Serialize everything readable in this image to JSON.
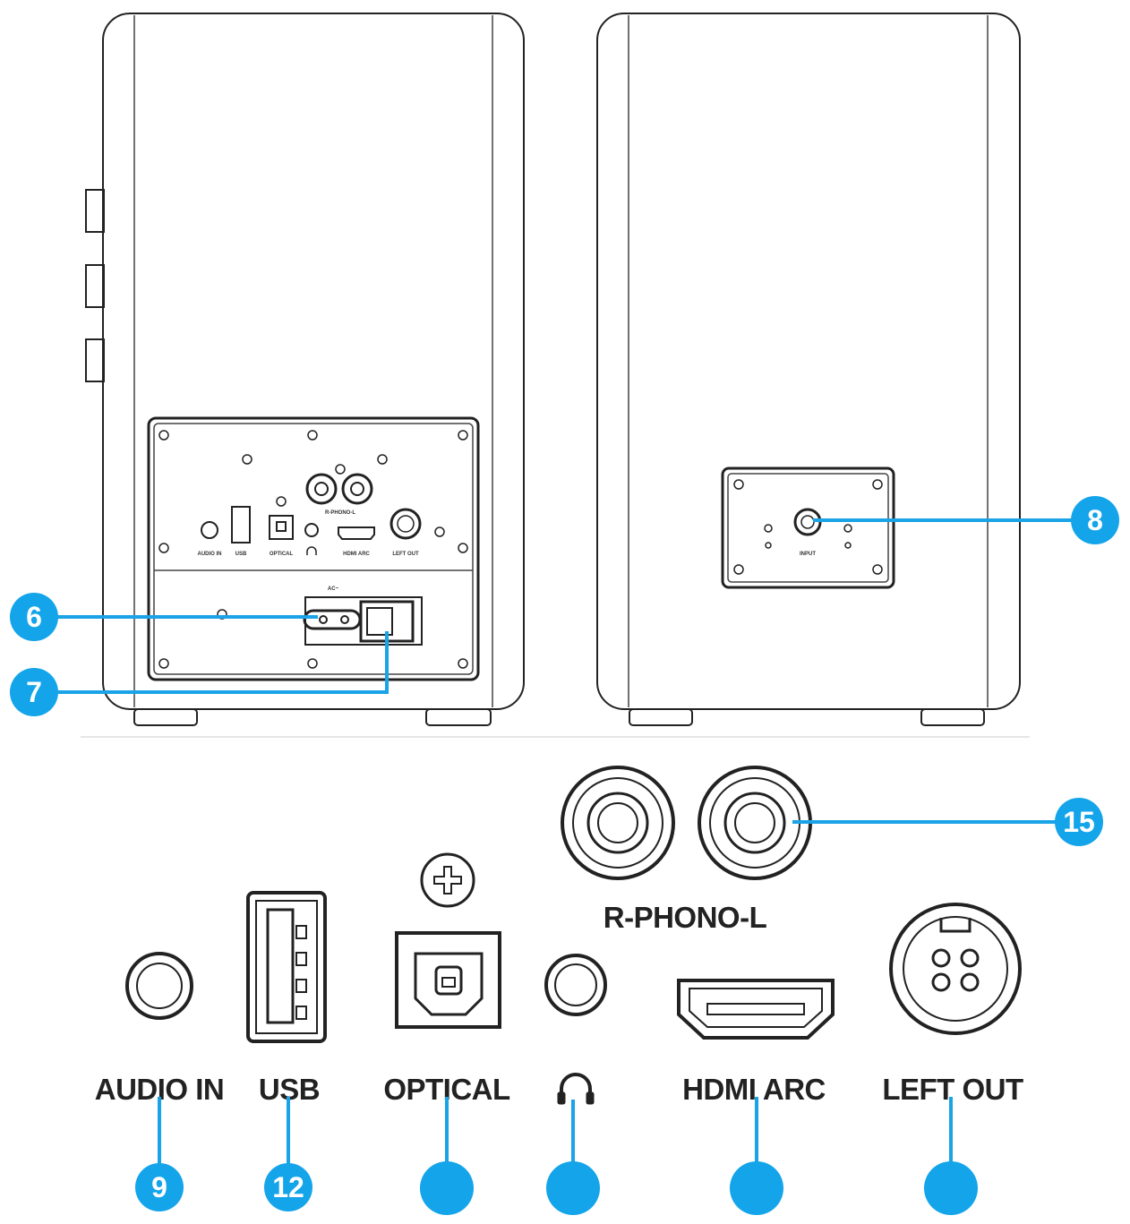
{
  "colors": {
    "callout": "#14a4ea",
    "outline": "#222222"
  },
  "callouts": {
    "c6": "6",
    "c7": "7",
    "c8": "8",
    "c9": "9",
    "c12": "12",
    "c15": "15"
  },
  "labels": {
    "audio_in": "AUDIO IN",
    "usb": "USB",
    "optical": "OPTICAL",
    "hdmi_arc": "HDMI ARC",
    "left_out": "LEFT OUT",
    "phono": "R-PHONO-L"
  },
  "panel_small_labels": {
    "audio_in": "AUDIO IN",
    "usb": "USB",
    "optical": "OPTICAL",
    "hdmi_arc": "HDMI ARC",
    "left_out": "LEFT OUT",
    "phono": "R-PHONO-L",
    "ac": "AC~",
    "input": "INPUT"
  },
  "icons": {
    "headphone": "headphone-icon",
    "screw": "screw-icon"
  }
}
